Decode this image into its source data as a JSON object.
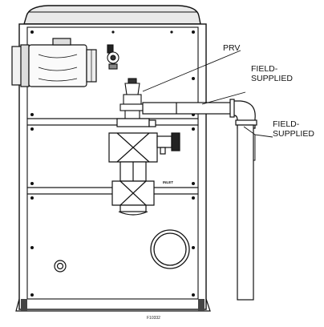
{
  "labels": {
    "prv": "PRV",
    "field_supplied_1_line1": "FIELD-",
    "field_supplied_1_line2": "SUPPLIED",
    "field_supplied_2_line1": "FIELD-",
    "field_supplied_2_line2": "SUPPLIED"
  },
  "inlet_stamp": "INLET",
  "figure_number": "F10332",
  "icons": [
    "cabinet",
    "blower",
    "prv-valve",
    "gas-valve-body",
    "field-supplied-pipe",
    "pipe-elbow",
    "vent-opening",
    "drain-opening"
  ]
}
